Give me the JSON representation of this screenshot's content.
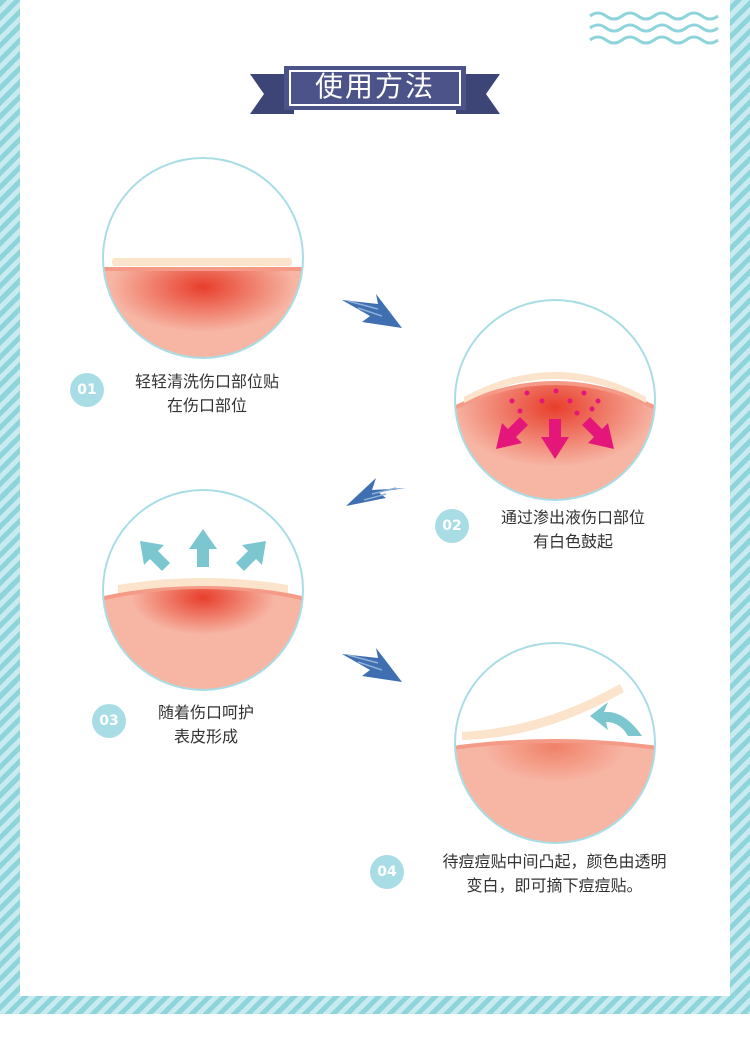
{
  "title": "使用方法",
  "steps": [
    {
      "number": "01",
      "lines": [
        "轻轻清洗伤口部位贴",
        "在伤口部位"
      ]
    },
    {
      "number": "02",
      "lines": [
        "通过渗出液伤口部位",
        "有白色鼓起"
      ]
    },
    {
      "number": "03",
      "lines": [
        "随着伤口呵护",
        "表皮形成"
      ]
    },
    {
      "number": "04",
      "lines": [
        "待痘痘贴中间凸起，颜色由透明",
        "变白，即可摘下痘痘贴。"
      ]
    }
  ],
  "colors": {
    "frame_stripe": "#8fd3db",
    "circle_border": "#a9dde5",
    "banner": "#4b5389",
    "skin": "#f7b6a4",
    "wound": "#e83e2c",
    "patch": "#fbe3cc",
    "direction_arrow": "#3f6fb0",
    "secretion_arrow": "#e4167a",
    "heal_arrow": "#7bc6cf"
  },
  "icons": [
    "wave-decoration",
    "step-arrow-icon",
    "down-arrow-icon",
    "up-arrow-icon",
    "lift-arrow-icon"
  ]
}
